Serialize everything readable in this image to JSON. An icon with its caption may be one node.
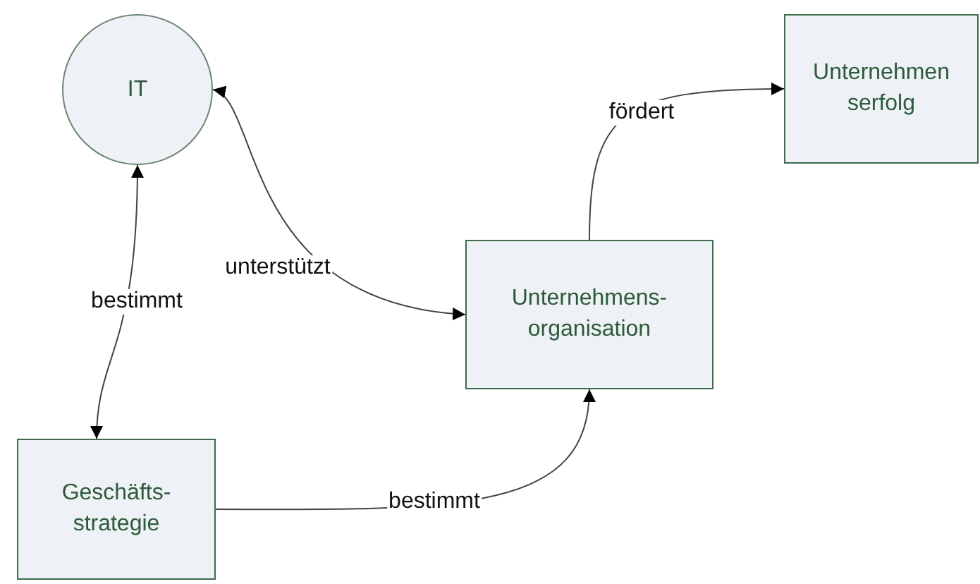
{
  "diagram": {
    "nodes": [
      {
        "text": [
          "IT"
        ]
      },
      {
        "text": [
          "Unternehmen serfolg"
        ]
      },
      {
        "text": [
          "Unternehmens- organisation"
        ]
      },
      {
        "text": [
          "Geschäfts- strategie"
        ]
      }
    ],
    "edges": [
      {
        "from": 0,
        "to": 3,
        "arrow": "both",
        "label": "bestimmt"
      },
      {
        "from": 0,
        "to": 2,
        "arrow": "both",
        "label": "unterstützt"
      },
      {
        "from": 3,
        "to": 2,
        "arrow": "to",
        "label": "bestimmt"
      },
      {
        "from": 2,
        "to": 1,
        "arrow": "to",
        "label": "fördert"
      }
    ]
  }
}
